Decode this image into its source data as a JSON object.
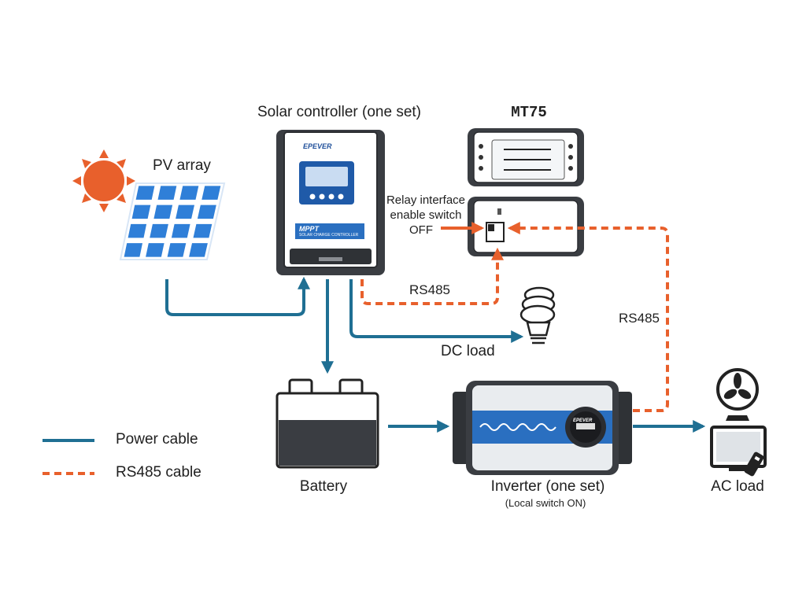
{
  "labels": {
    "pv_array": "PV array",
    "solar_controller": "Solar controller (one set)",
    "mt75": "MT75",
    "relay_line1": "Relay interface",
    "relay_line2": "enable switch",
    "relay_line3": "OFF",
    "rs485_left": "RS485",
    "rs485_right": "RS485",
    "dc_load": "DC load",
    "battery": "Battery",
    "inverter": "Inverter (one set)",
    "inverter_note": "(Local switch ON)",
    "ac_load": "AC load"
  },
  "controller": {
    "brand": "EPEVER",
    "badge": "MPPT",
    "subtitle": "SOLAR CHARGE CONTROLLER"
  },
  "inverter": {
    "brand": "EPEVER"
  },
  "legend": {
    "power_cable": "Power cable",
    "rs485_cable": "RS485 cable"
  },
  "colors": {
    "power_cable": "#1f6f93",
    "rs485_cable": "#e8602c",
    "sun": "#e8602c",
    "panel": "#2f7fd8",
    "device_blue": "#2a6fc0"
  }
}
